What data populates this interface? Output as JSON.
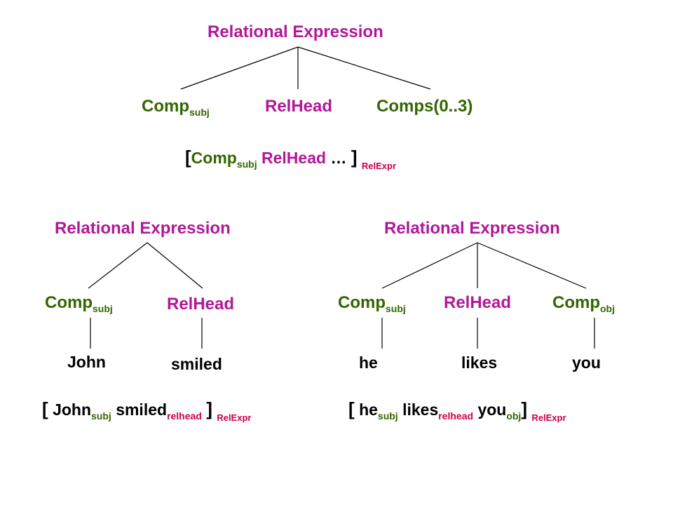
{
  "colors": {
    "node_label": "#b2179a",
    "comp": "#336600",
    "word": "#000000",
    "reltag": "#cc0044"
  },
  "top_tree": {
    "root": "Relational Expression",
    "comp": "Comp",
    "comp_sub": "subj",
    "head": "RelHead",
    "comps": "Comps(0..3)",
    "formula": {
      "open": "[",
      "comp": "Comp",
      "comp_sub": "subj",
      "head": "RelHead",
      "ellipsis": "…",
      "close": "]",
      "tag": "RelExpr"
    }
  },
  "left_tree": {
    "root": "Relational Expression",
    "comp": "Comp",
    "comp_sub": "subj",
    "head": "RelHead",
    "word_subj": "John",
    "word_head": "smiled",
    "formula": {
      "open": "[",
      "w1": "John",
      "w1_sub": "subj",
      "w2": "smiled",
      "w2_sub": "relhead",
      "close": "]",
      "tag": "RelExpr"
    }
  },
  "right_tree": {
    "root": "Relational Expression",
    "comp": "Comp",
    "comp_sub": "subj",
    "head": "RelHead",
    "comp_obj": "Comp",
    "comp_obj_sub": "obj",
    "word_subj": "he",
    "word_head": "likes",
    "word_obj": "you",
    "formula": {
      "open": "[",
      "w1": "he",
      "w1_sub": "subj",
      "w2": "likes",
      "w2_sub": "relhead",
      "w3": "you",
      "w3_sub": "obj",
      "close": "]",
      "tag": "RelExpr"
    }
  }
}
